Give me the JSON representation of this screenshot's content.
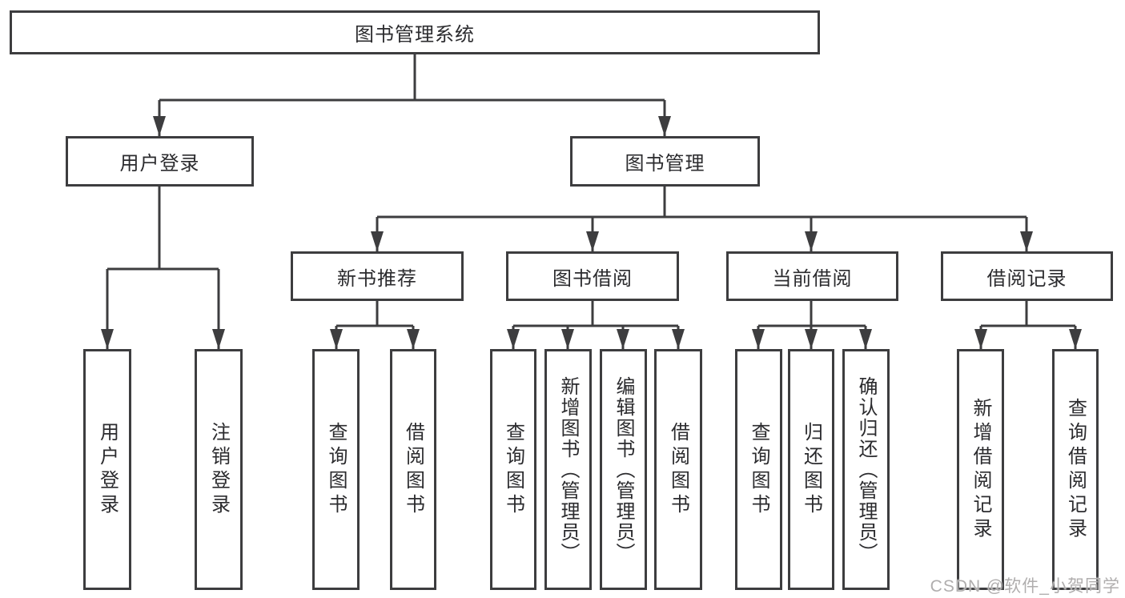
{
  "diagram": {
    "title": "图书管理系统",
    "type": "hierarchy-tree",
    "colors": {
      "line": "#3d3d3f",
      "box_border": "#3d3d3f",
      "text": "#2b2b2e",
      "watermark_text": "#b0aeae",
      "background": "#ffffff"
    },
    "watermark": "CSDN @软件_小贺同学",
    "hierarchy": {
      "label": "图书管理系统",
      "children": [
        {
          "label": "用户登录",
          "children": [
            {
              "label": "用户登录"
            },
            {
              "label": "注销登录"
            }
          ]
        },
        {
          "label": "图书管理",
          "children": [
            {
              "label": "新书推荐",
              "children": [
                {
                  "label": "查询图书"
                },
                {
                  "label": "借阅图书"
                }
              ]
            },
            {
              "label": "图书借阅",
              "children": [
                {
                  "label": "查询图书"
                },
                {
                  "label": "新增图书（管理员）"
                },
                {
                  "label": "编辑图书（管理员）"
                },
                {
                  "label": "借阅图书"
                }
              ]
            },
            {
              "label": "当前借阅",
              "children": [
                {
                  "label": "查询图书"
                },
                {
                  "label": "归还图书"
                },
                {
                  "label": "确认归还（管理员）"
                }
              ]
            },
            {
              "label": "借阅记录",
              "children": [
                {
                  "label": "新增借阅记录"
                },
                {
                  "label": "查询借阅记录"
                }
              ]
            }
          ]
        }
      ]
    }
  }
}
